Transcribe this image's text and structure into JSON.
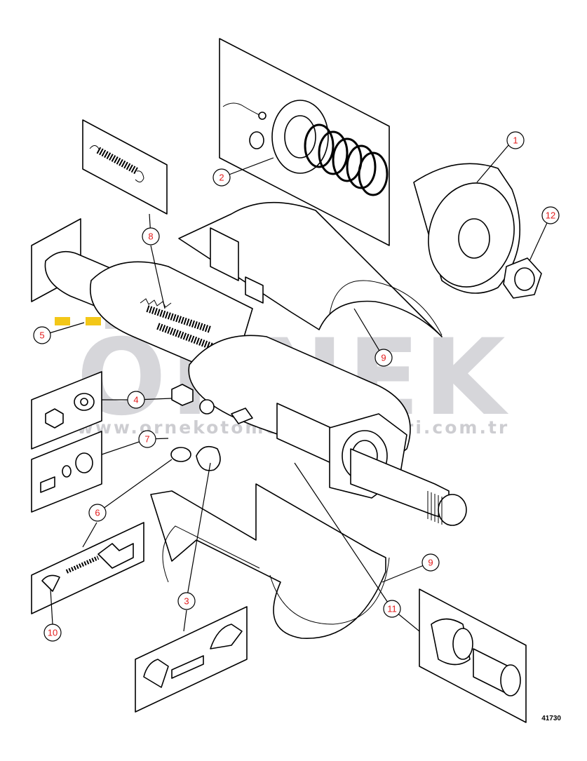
{
  "watermark": {
    "brand": "ÖRNEK",
    "url": "www.ornekotomotivkirvarleri.com.tr",
    "color": "#cfcfd4",
    "accent_color": "#f2c200"
  },
  "callout_color": "#e31b1b",
  "drawing_number": "41730",
  "callouts": [
    "1",
    "2",
    "3",
    "4",
    "5",
    "6",
    "7",
    "8",
    "9",
    "9",
    "10",
    "11",
    "12"
  ]
}
